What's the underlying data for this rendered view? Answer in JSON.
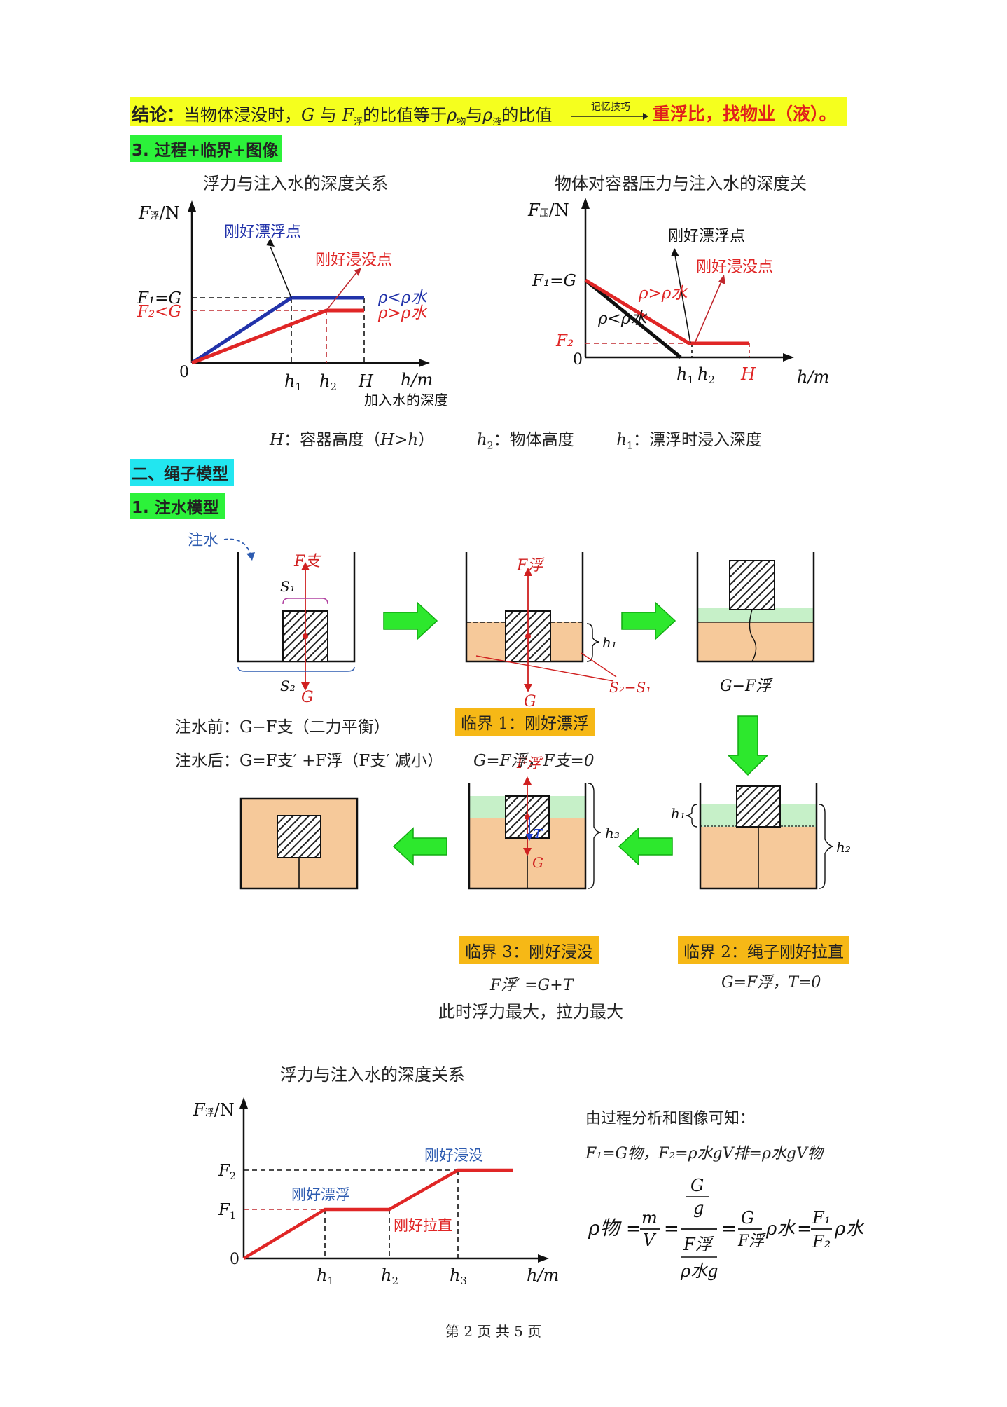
{
  "conclusion": {
    "label": "结论：",
    "text_a": "当物体浸没时，",
    "G": "G",
    "text_b": " 与 ",
    "F": "F",
    "F_sub": "浮",
    "text_c": "的比值等于",
    "rho1": "ρ",
    "rho1_sub": "物",
    "text_d": "与",
    "rho2": "ρ",
    "rho2_sub": "液",
    "text_e": "的比值",
    "arrow_label": "记忆技巧",
    "tip": "重浮比，找物业（液）。"
  },
  "section3": {
    "heading": "3. 过程+临界+图像"
  },
  "chart1": {
    "title": "浮力与注入水的深度关系",
    "ylabel": "F浮/N",
    "ylabel_main": "F",
    "ylabel_sub": "浮",
    "ylabel_tail": "/N",
    "xlabel": "h/m",
    "x_caption": "加入水的深度",
    "origin": "0",
    "ticks": [
      "h1",
      "h2",
      "H"
    ],
    "ytick_F1": "F₁=G",
    "ytick_F2": "F₂<G",
    "annot_float": "刚好漂浮点",
    "annot_sink": "刚好浸没点",
    "legend_less": "ρ<ρ水",
    "legend_more": "ρ>ρ水",
    "colors": {
      "blue": "#2233aa",
      "red": "#e02626"
    }
  },
  "chart2": {
    "title": "物体对容器压力与注入水的深度关",
    "ylabel_main": "F",
    "ylabel_sub": "压",
    "ylabel_tail": "/N",
    "xlabel": "h/m",
    "origin": "0",
    "ytick_F1": "F₁=G",
    "ytick_F2": "F₂",
    "annot_float": "刚好漂浮点",
    "annot_sink": "刚好浸没点",
    "rho_more": "ρ>ρ水",
    "rho_less": "ρ<ρ水",
    "ticks": [
      "h1",
      "h2",
      "H"
    ]
  },
  "legend_line": {
    "H": "H",
    "H_text": "：容器高度（",
    "H_cond": "H>h",
    "H_close": "）",
    "h2": "h",
    "h2_sub": "2",
    "h2_text": "：物体高度",
    "h1": "h",
    "h1_sub": "1",
    "h1_text": "：漂浮时浸入深度"
  },
  "section_two": {
    "heading": "二、绳子模型"
  },
  "section_one": {
    "heading": "1. 注水模型"
  },
  "model": {
    "pour_label": "注水",
    "F_support": "F支",
    "S1": "S₁",
    "S2": "S₂",
    "G": "G",
    "F_buoy": "F浮",
    "h1": "h₁",
    "S2_minus_S1": "S₂−S₁",
    "G_minus_F": "G−F浮",
    "before_line": "注水前：G−F支（二力平衡）",
    "critical1": "临界 1：刚好漂浮",
    "after_line": "注水后：G=F支′ +F浮（F支′ 减小）",
    "after_cond": "G=F浮，F支=0",
    "F_buoy_prime": "F浮′",
    "T": "T",
    "h3": "h₃",
    "h2": "h₂",
    "critical3": "临界 3：刚好浸没",
    "critical2": "临界 2：绳子刚好拉直",
    "eq3": "F浮′ =G+T",
    "eq2": "G=F浮，T=0",
    "max_line": "此时浮力最大，拉力最大"
  },
  "chart3": {
    "title": "浮力与注入水的深度关系",
    "ylabel_main": "F",
    "ylabel_sub": "浮",
    "ylabel_tail": "/N",
    "xlabel": "h/m",
    "origin": "0",
    "yticks": [
      "F₂",
      "F₁"
    ],
    "xticks": [
      "h₁",
      "h₂",
      "h₃"
    ],
    "annot_float": "刚好漂浮",
    "annot_straight": "刚好拉直",
    "annot_sink": "刚好浸没",
    "color": "#e02626"
  },
  "analysis": {
    "intro": "由过程分析和图像可知：",
    "eq_line": "F₁=G物，F₂=ρ水gV排=ρ水gV物",
    "formula_lhs": "ρ物",
    "m": "m",
    "V": "V",
    "G": "G",
    "g": "g",
    "Ffu": "F浮",
    "rhow_g": "ρ水g",
    "rhow": "ρ水",
    "F1": "F₁",
    "F2": "F₂",
    "eq": "="
  },
  "footer": {
    "page": "第 2 页 共 5 页"
  }
}
